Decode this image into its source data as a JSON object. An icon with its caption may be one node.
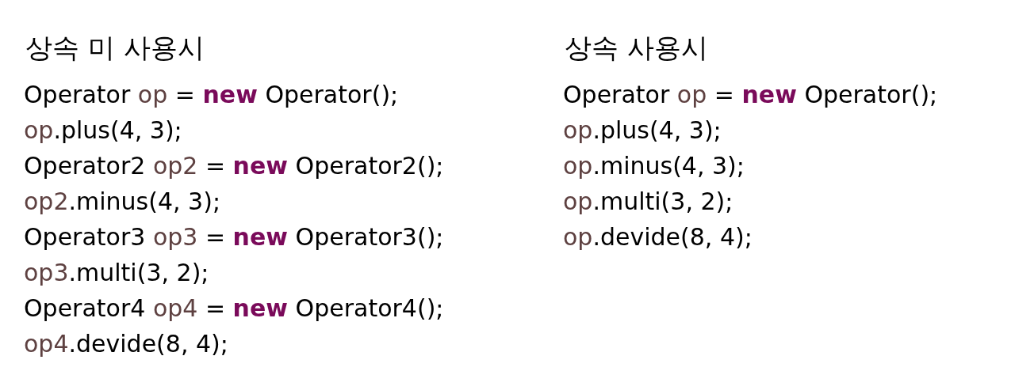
{
  "diagram": {
    "labels": [
      "상속 미 사용시",
      "Operator *op* = **new** Operator();",
      "*op*.plus(4, 3);",
      "Operator2 *op2* = **new** Operator2();",
      "*op2*.minus(4, 3);",
      "Operator3 *op3* = **new** Operator3();",
      "*op3*.multi(3, 2);",
      "Operator4 *op4* = **new** Operator4();",
      "*op4*.devide(8, 4);",
      "상속 사용시",
      "Operator *op* = **new** Operator();",
      "*op*.plus(4, 3);",
      "*op*.minus(4, 3);",
      "*op*.multi(3, 2);",
      "*op*.devide(8, 4);"
    ]
  }
}
